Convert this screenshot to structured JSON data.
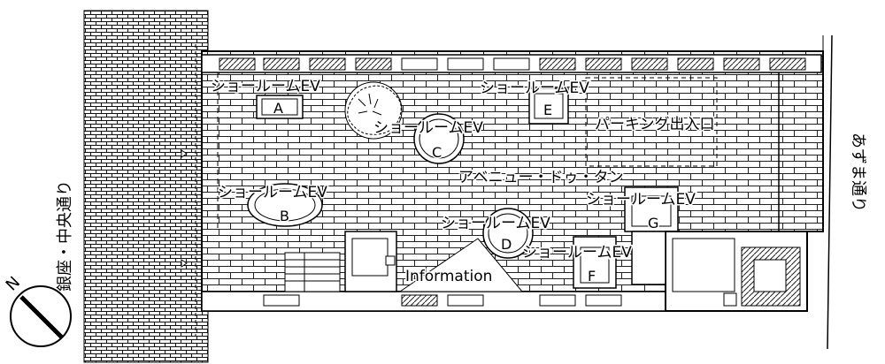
{
  "streets": {
    "ginza": "銀座・中央通り",
    "azuma": "あずま通り"
  },
  "labels": {
    "showroom_a": "ショールームEV",
    "showroom_e": "ショールームEV",
    "showroom_c": "ショールームEV",
    "showroom_b": "ショールームEV",
    "showroom_g": "ショールームEV",
    "showroom_d": "ショールームEV",
    "showroom_f": "ショールームEV",
    "parking": "パーキング出入口",
    "avenue": "アベニュー・ドゥ・タン",
    "information": "Information"
  },
  "elevators": {
    "a": "A",
    "b": "B",
    "c": "C",
    "d": "D",
    "e": "E",
    "f": "F",
    "g": "G"
  },
  "compass": {
    "north": "N"
  }
}
